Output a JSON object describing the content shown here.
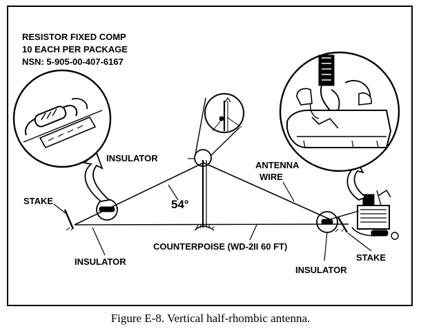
{
  "figure": {
    "resistor_note": {
      "line1": "RESISTOR FIXED COMP",
      "line2": "10 EACH PER PACKAGE",
      "line3": "NSN: 5-905-00-407-6167"
    },
    "labels": {
      "insulator_top": "INSULATOR",
      "antenna_wire_line1": "ANTENNA",
      "antenna_wire_line2": "WIRE",
      "stake_left": "STAKE",
      "angle": "54°",
      "insulator_left": "INSULATOR",
      "counterpoise": "COUNTERPOISE (WD-2II 60 FT)",
      "insulator_right": "INSULATOR",
      "stake_right": "STAKE"
    },
    "caption": "Figure E-8. Vertical half-rhombic antenna.",
    "colors": {
      "ink": "#000000",
      "paper": "#ffffff"
    }
  }
}
